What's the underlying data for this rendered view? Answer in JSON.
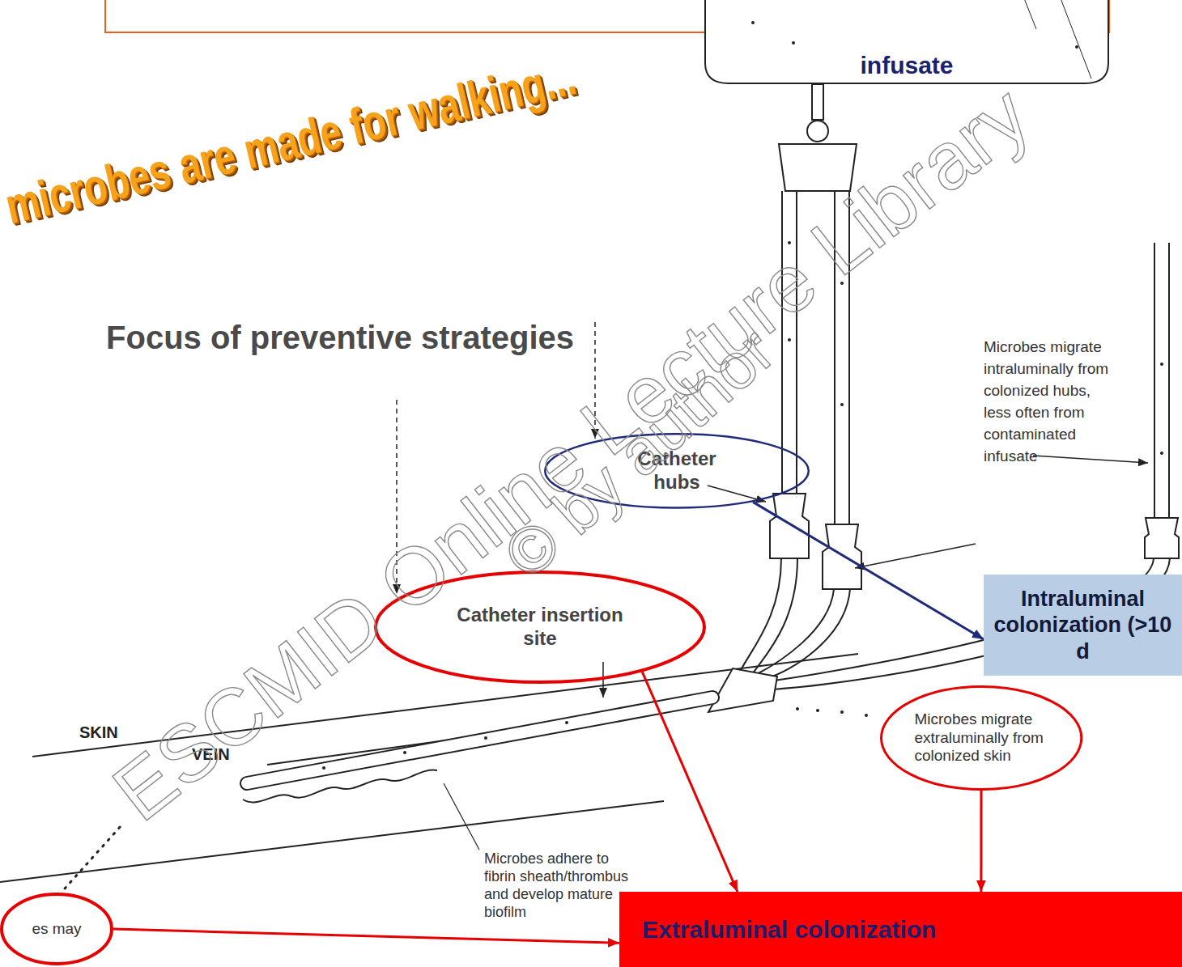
{
  "diagram": {
    "nodes": [
      {
        "text": [
          "infusate"
        ]
      },
      {
        "text": [
          "Catheter hubs"
        ]
      },
      {
        "text": [
          "Intraluminal colonization (>10 d"
        ]
      },
      {
        "text": [
          "Catheter insertion site"
        ]
      },
      {
        "text": [
          "Microbes migrate extraluminally from colonized skin"
        ]
      },
      {
        "text": [
          "es may"
        ]
      },
      {
        "text": [
          "Extraluminal colonization"
        ]
      }
    ],
    "edges": [
      {
        "from": 1,
        "to": 2,
        "arrow": "to"
      },
      {
        "from": 3,
        "to": 6,
        "arrow": "to"
      },
      {
        "from": 4,
        "to": 6,
        "arrow": "to"
      },
      {
        "from": 5,
        "to": 6,
        "arrow": "to"
      }
    ],
    "labels": [
      "microbes are made for walking...",
      "Focus of preventive strategies",
      "Microbes migrate intraluminally from colonized hubs, less often from contaminated infusate",
      "SKIN",
      "VEIN",
      "Microbes adhere to fibrin sheath/thrombus and develop mature biofilm",
      "ESCMID Online Lecture Library",
      "© by author"
    ]
  }
}
